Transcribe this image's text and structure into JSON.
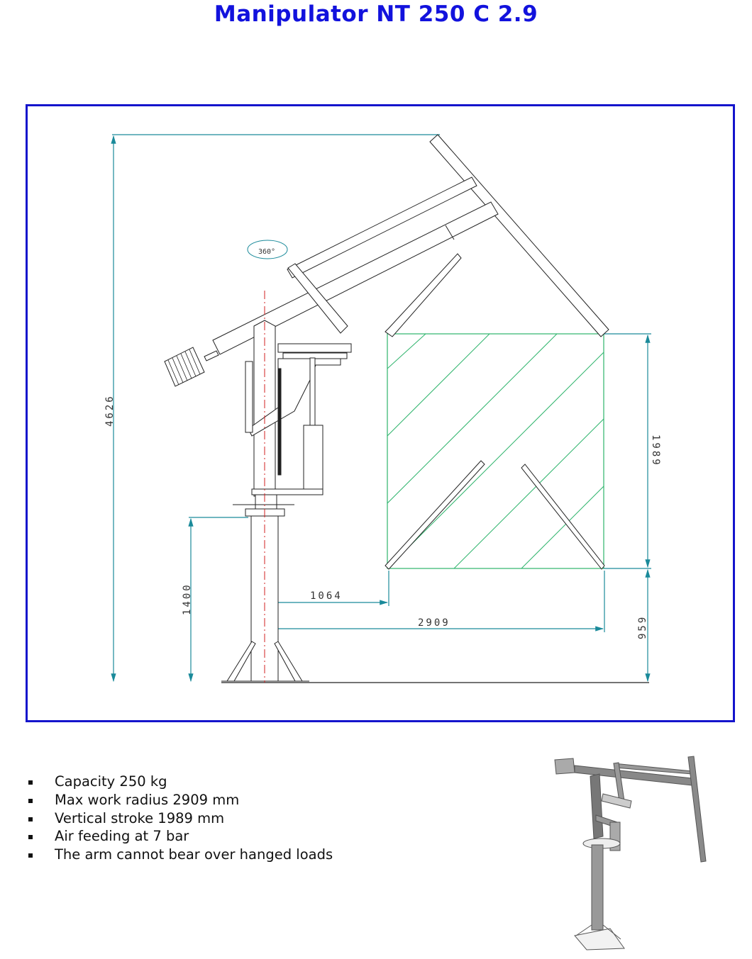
{
  "title": "Manipulator NT 250 C 2.9",
  "drawing": {
    "rotation_label": "360°",
    "dimensions": {
      "total_height": "4626",
      "column_height": "1400",
      "min_radius": "1064",
      "max_radius": "2909",
      "vertical_stroke": "1989",
      "min_hook_height": "959"
    },
    "colors": {
      "frame": "#1414cc",
      "dimension": "#1a8a9a",
      "work_area": "#2db36b",
      "axis": "#d02020"
    }
  },
  "specs": [
    "Capacity 250 kg",
    "Max work radius 2909 mm",
    "Vertical stroke 1989 mm",
    "Air feeding at 7 bar",
    "The arm cannot bear over hanged loads"
  ]
}
